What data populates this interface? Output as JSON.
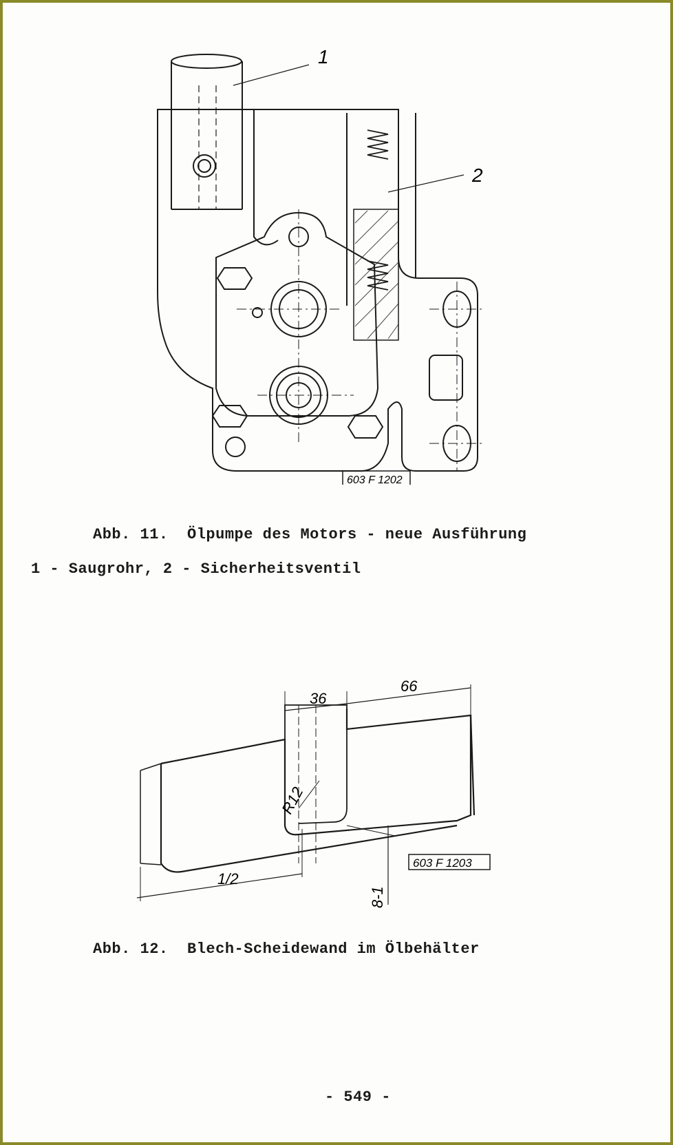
{
  "figure11": {
    "callouts": [
      "1",
      "2"
    ],
    "drawing_code": "603 F 1202",
    "caption": "Abb. 11.  Ölpumpe des Motors - neue Ausführung",
    "legend": "1 - Saugrohr, 2 - Sicherheitsventil"
  },
  "figure12": {
    "dimensions": {
      "width_a": "36",
      "width_b": "66",
      "radius": "R12",
      "half": "1/2",
      "height": "8-1"
    },
    "drawing_code": "603 F 1203",
    "caption": "Abb. 12.  Blech-Scheidewand im Ölbehälter"
  },
  "page_number": "- 549 -"
}
